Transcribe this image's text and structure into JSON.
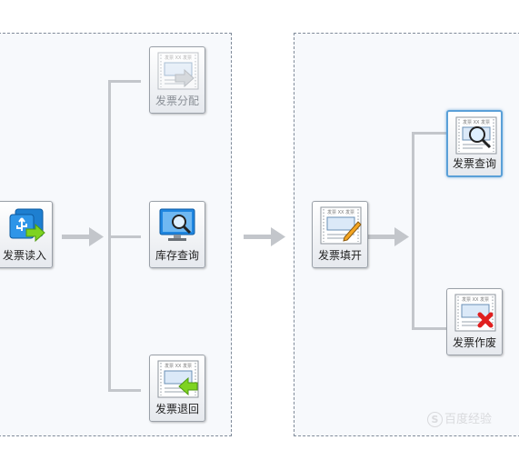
{
  "flow_left": {
    "source": {
      "label": "发票读入",
      "icon": "usb-invoice-import-icon"
    },
    "branches": [
      {
        "label": "发票分配",
        "icon": "invoice-assign-icon",
        "state": "disabled"
      },
      {
        "label": "库存查询",
        "icon": "monitor-magnifier-icon",
        "state": "normal"
      },
      {
        "label": "发票退回",
        "icon": "invoice-return-icon",
        "state": "normal"
      }
    ]
  },
  "flow_right": {
    "source": {
      "label": "发票填开",
      "icon": "invoice-pencil-icon"
    },
    "branches": [
      {
        "label": "发票查询",
        "icon": "invoice-search-icon",
        "state": "selected"
      },
      {
        "label": "发票作废",
        "icon": "invoice-cancel-icon",
        "state": "normal"
      }
    ]
  },
  "invoice_header_text": "发票 XX 发票",
  "watermark": {
    "letter": "S",
    "text": "百度经验"
  },
  "colors": {
    "panel_bg": "#f7f9fc",
    "panel_border": "#7f8a99",
    "connector": "#c3c6cb",
    "accent_blue": "#1e7fd0",
    "arrow_green": "#7ed321",
    "cancel_red": "#e02020",
    "selected_border": "#5aa0d8"
  }
}
